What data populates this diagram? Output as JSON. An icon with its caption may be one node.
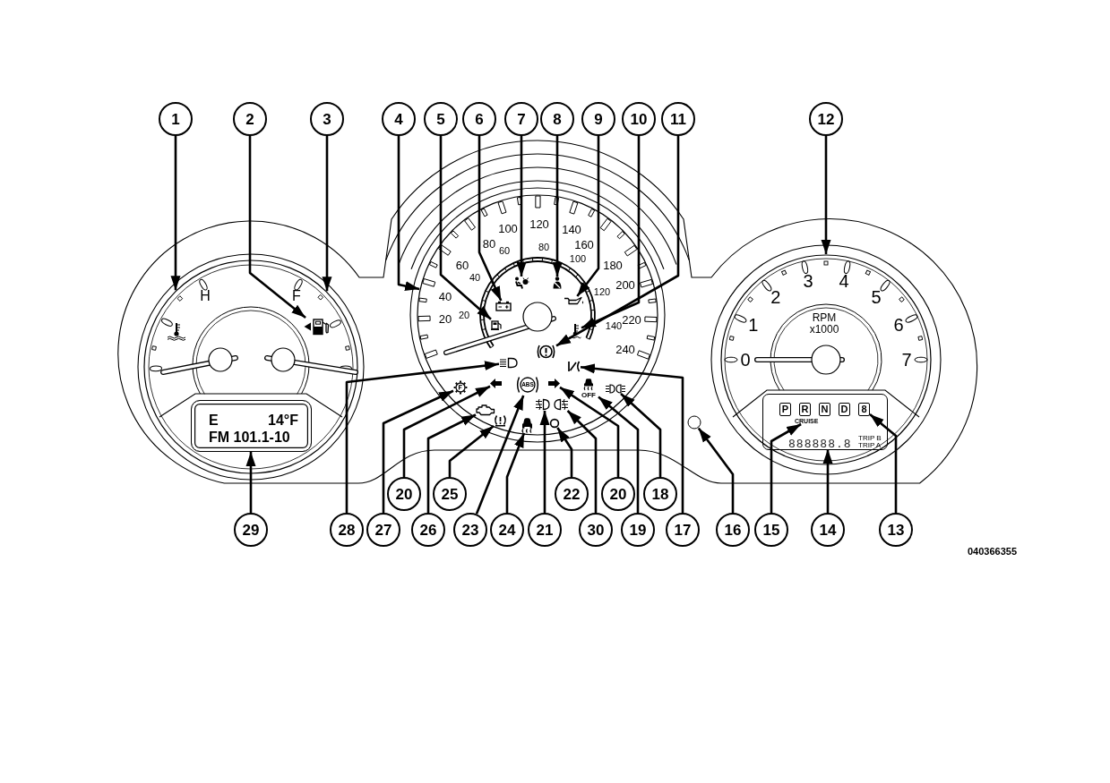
{
  "diagram": {
    "nodes": [
      {
        "text": [
          "1"
        ]
      },
      {
        "text": [
          "2"
        ]
      },
      {
        "text": [
          "3"
        ]
      },
      {
        "text": [
          "4"
        ]
      },
      {
        "text": [
          "5"
        ]
      },
      {
        "text": [
          "6"
        ]
      },
      {
        "text": [
          "7"
        ]
      },
      {
        "text": [
          "8"
        ]
      },
      {
        "text": [
          "9"
        ]
      },
      {
        "text": [
          "10"
        ]
      },
      {
        "text": [
          "11"
        ]
      },
      {
        "text": [
          "12"
        ]
      },
      {
        "text": [
          "H",
          "F"
        ]
      },
      {
        "text": [],
        "shape": "picture",
        "in": 12
      },
      {
        "text": [
          "E",
          "14°F",
          "FM 101.1-10"
        ],
        "in": 12
      },
      {
        "text": [
          "20",
          "40",
          "60",
          "80",
          "100",
          "120",
          "140",
          "160",
          "180",
          "200",
          "220",
          "240",
          "20",
          "40",
          "60",
          "80",
          "100",
          "120",
          "140"
        ]
      },
      {
        "text": [],
        "shape": "picture",
        "in": 15
      },
      {
        "text": [],
        "shape": "picture",
        "in": 15
      },
      {
        "text": [],
        "shape": "picture",
        "in": 15
      },
      {
        "text": [],
        "shape": "picture",
        "in": 15
      },
      {
        "text": [],
        "shape": "picture",
        "in": 15
      },
      {
        "text": [],
        "shape": "picture",
        "in": 15
      },
      {
        "text": [],
        "shape": "picture",
        "in": 15
      },
      {
        "text": [],
        "shape": "picture",
        "in": 15
      },
      {
        "text": [],
        "shape": "picture",
        "in": 15
      },
      {
        "text": [],
        "shape": "picture",
        "in": 15
      },
      {
        "text": [],
        "shape": "picture",
        "in": 15
      },
      {
        "text": [
          "ABS"
        ],
        "in": 15
      },
      {
        "text": [],
        "shape": "picture",
        "in": 15
      },
      {
        "text": [
          "OFF"
        ],
        "in": 15
      },
      {
        "text": [],
        "shape": "picture",
        "in": 15
      },
      {
        "text": [],
        "shape": "picture",
        "in": 15
      },
      {
        "text": [],
        "shape": "picture",
        "in": 15
      },
      {
        "text": [],
        "shape": "picture",
        "in": 15
      },
      {
        "text": [],
        "shape": "picture",
        "in": 15
      },
      {
        "text": [],
        "shape": "picture",
        "in": 15
      },
      {
        "text": [],
        "shape": "circle",
        "in": 15
      },
      {
        "text": [
          "0",
          "1",
          "2",
          "3",
          "4",
          "5",
          "6",
          "7",
          "RPM x1000"
        ]
      },
      {
        "text": [
          "TRIP B",
          "TRIP A"
        ],
        "in": 37
      },
      {
        "text": [
          "P"
        ],
        "in": 38
      },
      {
        "text": [
          "R"
        ],
        "in": 38
      },
      {
        "text": [
          "N"
        ],
        "in": 38
      },
      {
        "text": [
          "D"
        ],
        "in": 38
      },
      {
        "text": [
          "8"
        ],
        "in": 38
      },
      {
        "text": [
          "CRUISE"
        ],
        "in": 38
      },
      {
        "text": [
          "888888.8"
        ],
        "in": 38
      },
      {
        "text": [],
        "shape": "circle"
      },
      {
        "text": [
          "20"
        ]
      },
      {
        "text": [
          "25"
        ]
      },
      {
        "text": [
          "22"
        ]
      },
      {
        "text": [
          "20"
        ]
      },
      {
        "text": [
          "18"
        ]
      },
      {
        "text": [
          "29"
        ]
      },
      {
        "text": [
          "28"
        ]
      },
      {
        "text": [
          "27"
        ]
      },
      {
        "text": [
          "26"
        ]
      },
      {
        "text": [
          "23"
        ]
      },
      {
        "text": [
          "24"
        ]
      },
      {
        "text": [
          "21"
        ]
      },
      {
        "text": [
          "30"
        ]
      },
      {
        "text": [
          "19"
        ]
      },
      {
        "text": [
          "17"
        ]
      },
      {
        "text": [
          "16"
        ]
      },
      {
        "text": [
          "15"
        ]
      },
      {
        "text": [
          "14"
        ]
      },
      {
        "text": [
          "13"
        ]
      }
    ],
    "edges": [
      {
        "from": 0,
        "to": 12,
        "arrow": "to"
      },
      {
        "from": 1,
        "to": 13,
        "arrow": "to"
      },
      {
        "from": 2,
        "to": 12,
        "arrow": "to"
      },
      {
        "from": 3,
        "to": 15,
        "arrow": "to"
      },
      {
        "from": 4,
        "to": 16,
        "arrow": "to"
      },
      {
        "from": 5,
        "to": 17,
        "arrow": "to"
      },
      {
        "from": 6,
        "to": 18,
        "arrow": "to"
      },
      {
        "from": 7,
        "to": 19,
        "arrow": "to"
      },
      {
        "from": 8,
        "to": 20,
        "arrow": "to"
      },
      {
        "from": 9,
        "to": 21,
        "arrow": "to"
      },
      {
        "from": 10,
        "to": 23,
        "arrow": "to"
      },
      {
        "from": 11,
        "to": 37,
        "arrow": "to"
      },
      {
        "from": 65,
        "to": 43,
        "arrow": "to"
      },
      {
        "from": 64,
        "to": 45,
        "arrow": "to"
      },
      {
        "from": 63,
        "to": 44,
        "arrow": "to"
      },
      {
        "from": 62,
        "to": 46,
        "arrow": "to"
      },
      {
        "from": 61,
        "to": 24,
        "arrow": "to"
      },
      {
        "from": 51,
        "to": 30,
        "arrow": "to"
      },
      {
        "from": 60,
        "to": 29,
        "arrow": "to"
      },
      {
        "from": 47,
        "to": 26,
        "arrow": "to"
      },
      {
        "from": 50,
        "to": 28,
        "arrow": "to"
      },
      {
        "from": 58,
        "to": 32,
        "arrow": "to"
      },
      {
        "from": 49,
        "to": 36,
        "arrow": "to"
      },
      {
        "from": 56,
        "to": 27,
        "arrow": "to"
      },
      {
        "from": 57,
        "to": 35,
        "arrow": "to"
      },
      {
        "from": 48,
        "to": 34,
        "arrow": "to"
      },
      {
        "from": 55,
        "to": 31,
        "arrow": "to"
      },
      {
        "from": 54,
        "to": 25,
        "arrow": "to"
      },
      {
        "from": 53,
        "to": 22,
        "arrow": "to"
      },
      {
        "from": 52,
        "to": 14,
        "arrow": "to"
      },
      {
        "from": 59,
        "to": 33,
        "arrow": "to"
      }
    ],
    "labels": [
      "040366355"
    ]
  }
}
